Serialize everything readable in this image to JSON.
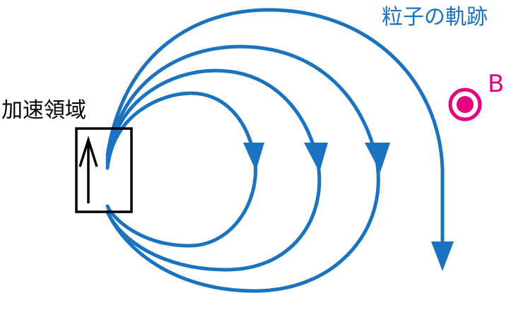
{
  "labels": {
    "trajectory": "粒子の軌跡",
    "accel_region": "加速領域",
    "field": "B"
  },
  "colors": {
    "trajectory": "#1a73c0",
    "field": "#e6007e",
    "region": "#000000"
  }
}
